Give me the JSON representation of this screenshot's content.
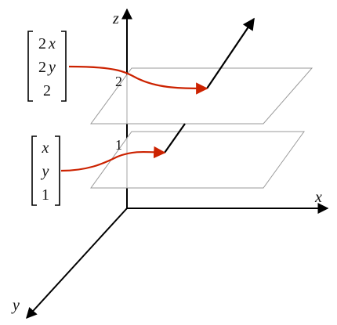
{
  "axes": {
    "x_label": "x",
    "y_label": "y",
    "z_label": "z"
  },
  "planes": [
    {
      "height_label": "1"
    },
    {
      "height_label": "2"
    }
  ],
  "vectors": [
    {
      "entries": [
        {
          "coef": "",
          "var": "x"
        },
        {
          "coef": "",
          "var": "y"
        },
        {
          "coef": "1",
          "var": ""
        }
      ]
    },
    {
      "entries": [
        {
          "coef": "2",
          "var": "x"
        },
        {
          "coef": "2",
          "var": "y"
        },
        {
          "coef": "2",
          "var": ""
        }
      ]
    }
  ],
  "colors": {
    "arrow": "#cc2200",
    "axes": "#000000",
    "plane_edge": "#9a9a9a"
  }
}
